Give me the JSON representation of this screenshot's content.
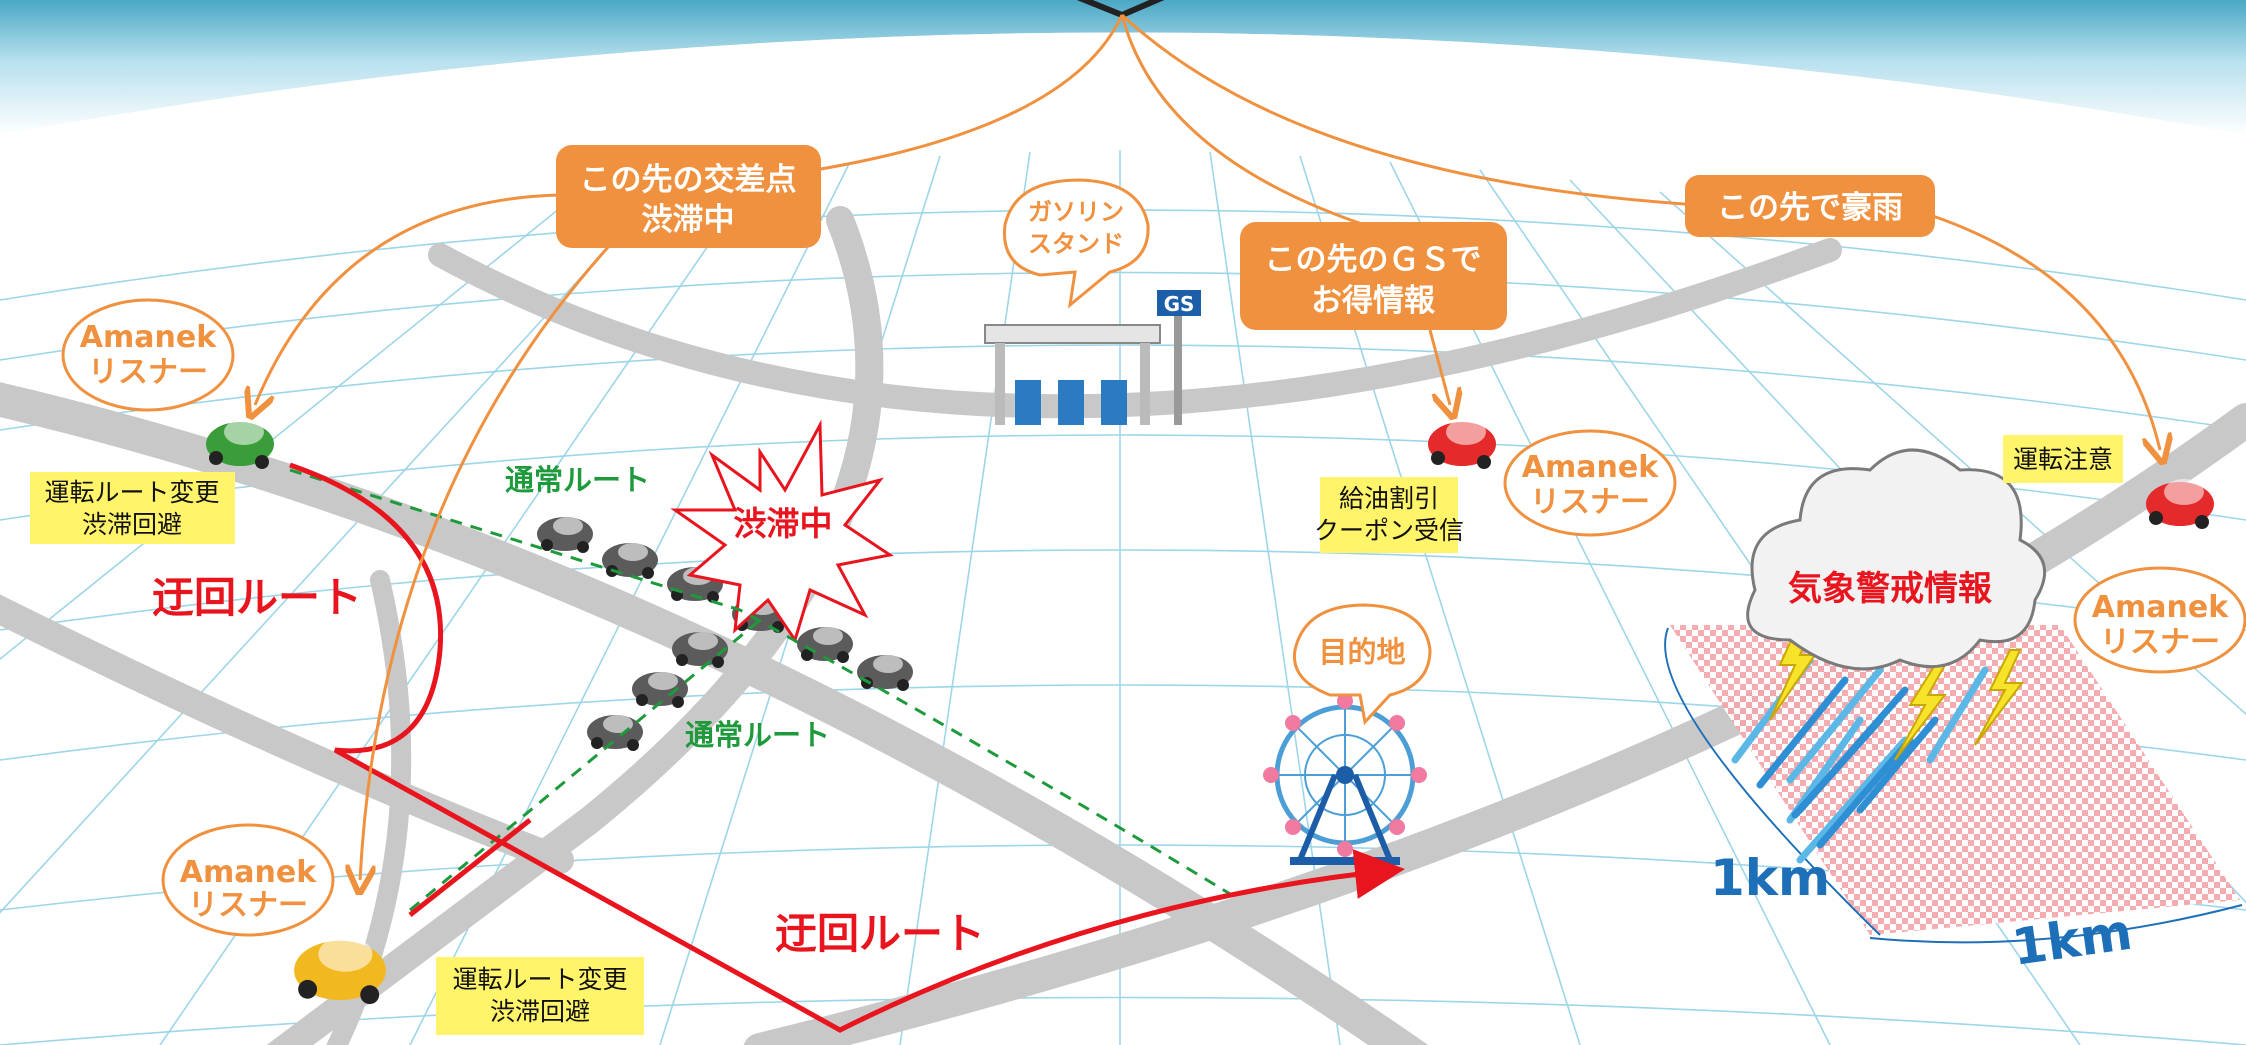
{
  "colors": {
    "orange": "#f0913f",
    "road": "#c8c8c8",
    "red": "#e8141e",
    "green": "#1e9a3c",
    "note_bg": "#fff46a",
    "grid": "#9dd6e8",
    "km_blue": "#1d6fb8"
  },
  "bubbles": {
    "congestion_ahead": [
      "この先の交差点",
      "渋滞中"
    ],
    "gs_deal": [
      "この先のＧＳで",
      "お得情報"
    ],
    "heavy_rain": "この先で豪雨"
  },
  "listener": {
    "name": "Amanek",
    "label": "リスナー"
  },
  "places": {
    "gas_station": [
      "ガソリン",
      "スタンド"
    ],
    "gs_sign": "GS",
    "destination": "目的地"
  },
  "notes": {
    "route_change_1": [
      "運転ルート変更",
      "渋滞回避"
    ],
    "route_change_2": [
      "運転ルート変更",
      "渋滞回避"
    ],
    "coupon": [
      "給油割引",
      "クーポン受信"
    ],
    "caution": "運転注意"
  },
  "routes": {
    "detour_1": "迂回ルート",
    "detour_2": "迂回ルート",
    "normal_1": "通常ルート",
    "normal_2": "通常ルート",
    "jam": "渋滞中"
  },
  "weather": {
    "warning": "気象警戒情報",
    "km_1": "1km",
    "km_2": "1km"
  }
}
